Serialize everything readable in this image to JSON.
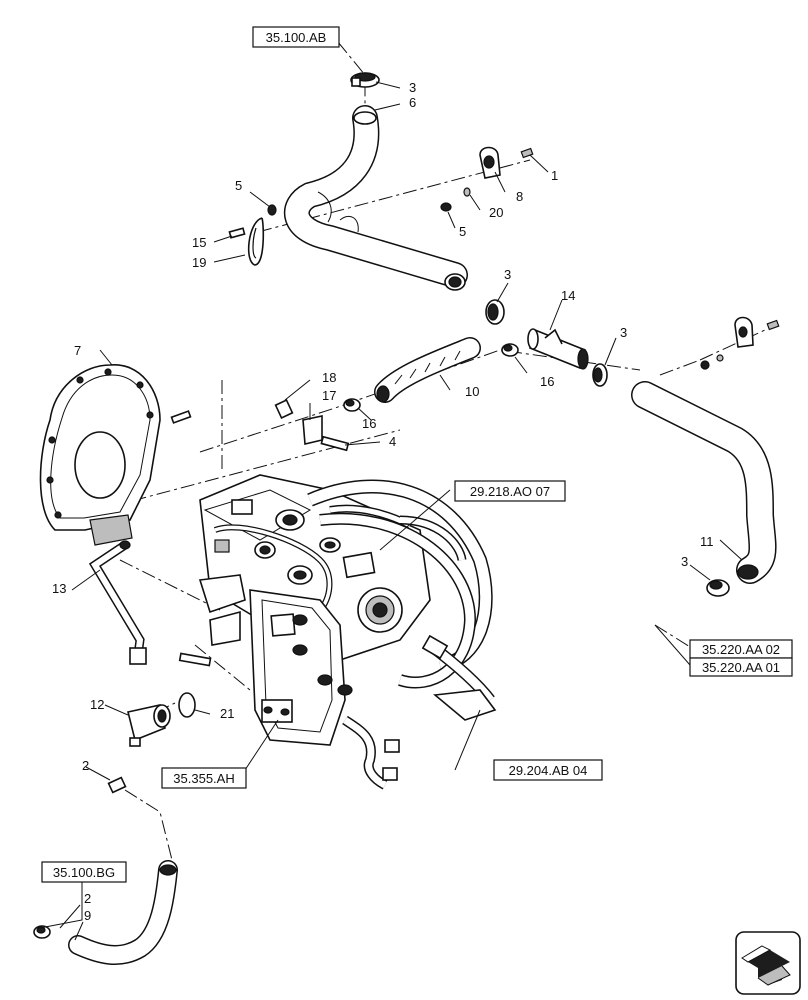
{
  "references": {
    "ref_35_100_AB": "35.100.AB",
    "ref_29_218_AO_07": "29.218.AO 07",
    "ref_35_220_AA_02": "35.220.AA 02",
    "ref_35_220_AA_01": "35.220.AA 01",
    "ref_29_204_AB_04": "29.204.AB 04",
    "ref_35_355_AH": "35.355.AH",
    "ref_35_100_BG": "35.100.BG"
  },
  "callouts": {
    "c1": "1",
    "c2a": "2",
    "c2b": "2",
    "c3a": "3",
    "c3b": "3",
    "c3c": "3",
    "c3d": "3",
    "c4": "4",
    "c5a": "5",
    "c5b": "5",
    "c6": "6",
    "c7": "7",
    "c8": "8",
    "c9": "9",
    "c10": "10",
    "c11": "11",
    "c12": "12",
    "c13": "13",
    "c14": "14",
    "c15": "15",
    "c16a": "16",
    "c16b": "16",
    "c17": "17",
    "c18": "18",
    "c19": "19",
    "c20": "20",
    "c21": "21"
  },
  "colors": {
    "line": "#111111",
    "background": "#ffffff",
    "fill_dark": "#1d1d1d",
    "fill_grey": "#bdbdbd"
  },
  "icons": {
    "orientation": "view-direction-arrow-icon"
  }
}
